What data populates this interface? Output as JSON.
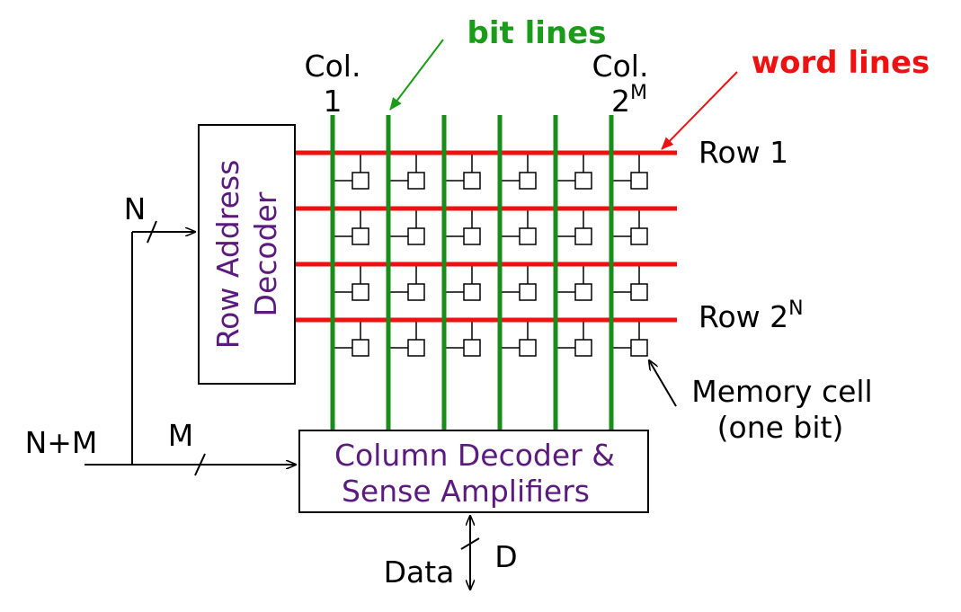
{
  "decoders": {
    "row": [
      "Row Address",
      "Decoder"
    ],
    "column": [
      "Column Decoder &",
      "Sense Amplifiers"
    ]
  },
  "labels": {
    "bit_lines": "bit lines",
    "word_lines": "word lines",
    "col_first": {
      "prefix": "Col.",
      "value": "1"
    },
    "col_last": {
      "prefix": "Col.",
      "base": "2",
      "exp": "M"
    },
    "row_first": "Row 1",
    "row_last": {
      "base": "Row 2",
      "exp": "N"
    },
    "memory_cell": [
      "Memory cell",
      "(one bit)"
    ],
    "bus_n": "N",
    "bus_m": "M",
    "bus_nm": "N+M",
    "bus_d": "D",
    "data": "Data"
  },
  "array": {
    "rows_drawn": 4,
    "cols_drawn": 6
  },
  "colors": {
    "word_line": "#ee1111",
    "bit_line": "#1a8c1a",
    "decoder_text": "#5b1a7e",
    "bit_label": "#1a9c1a",
    "word_label": "#ee1111"
  }
}
